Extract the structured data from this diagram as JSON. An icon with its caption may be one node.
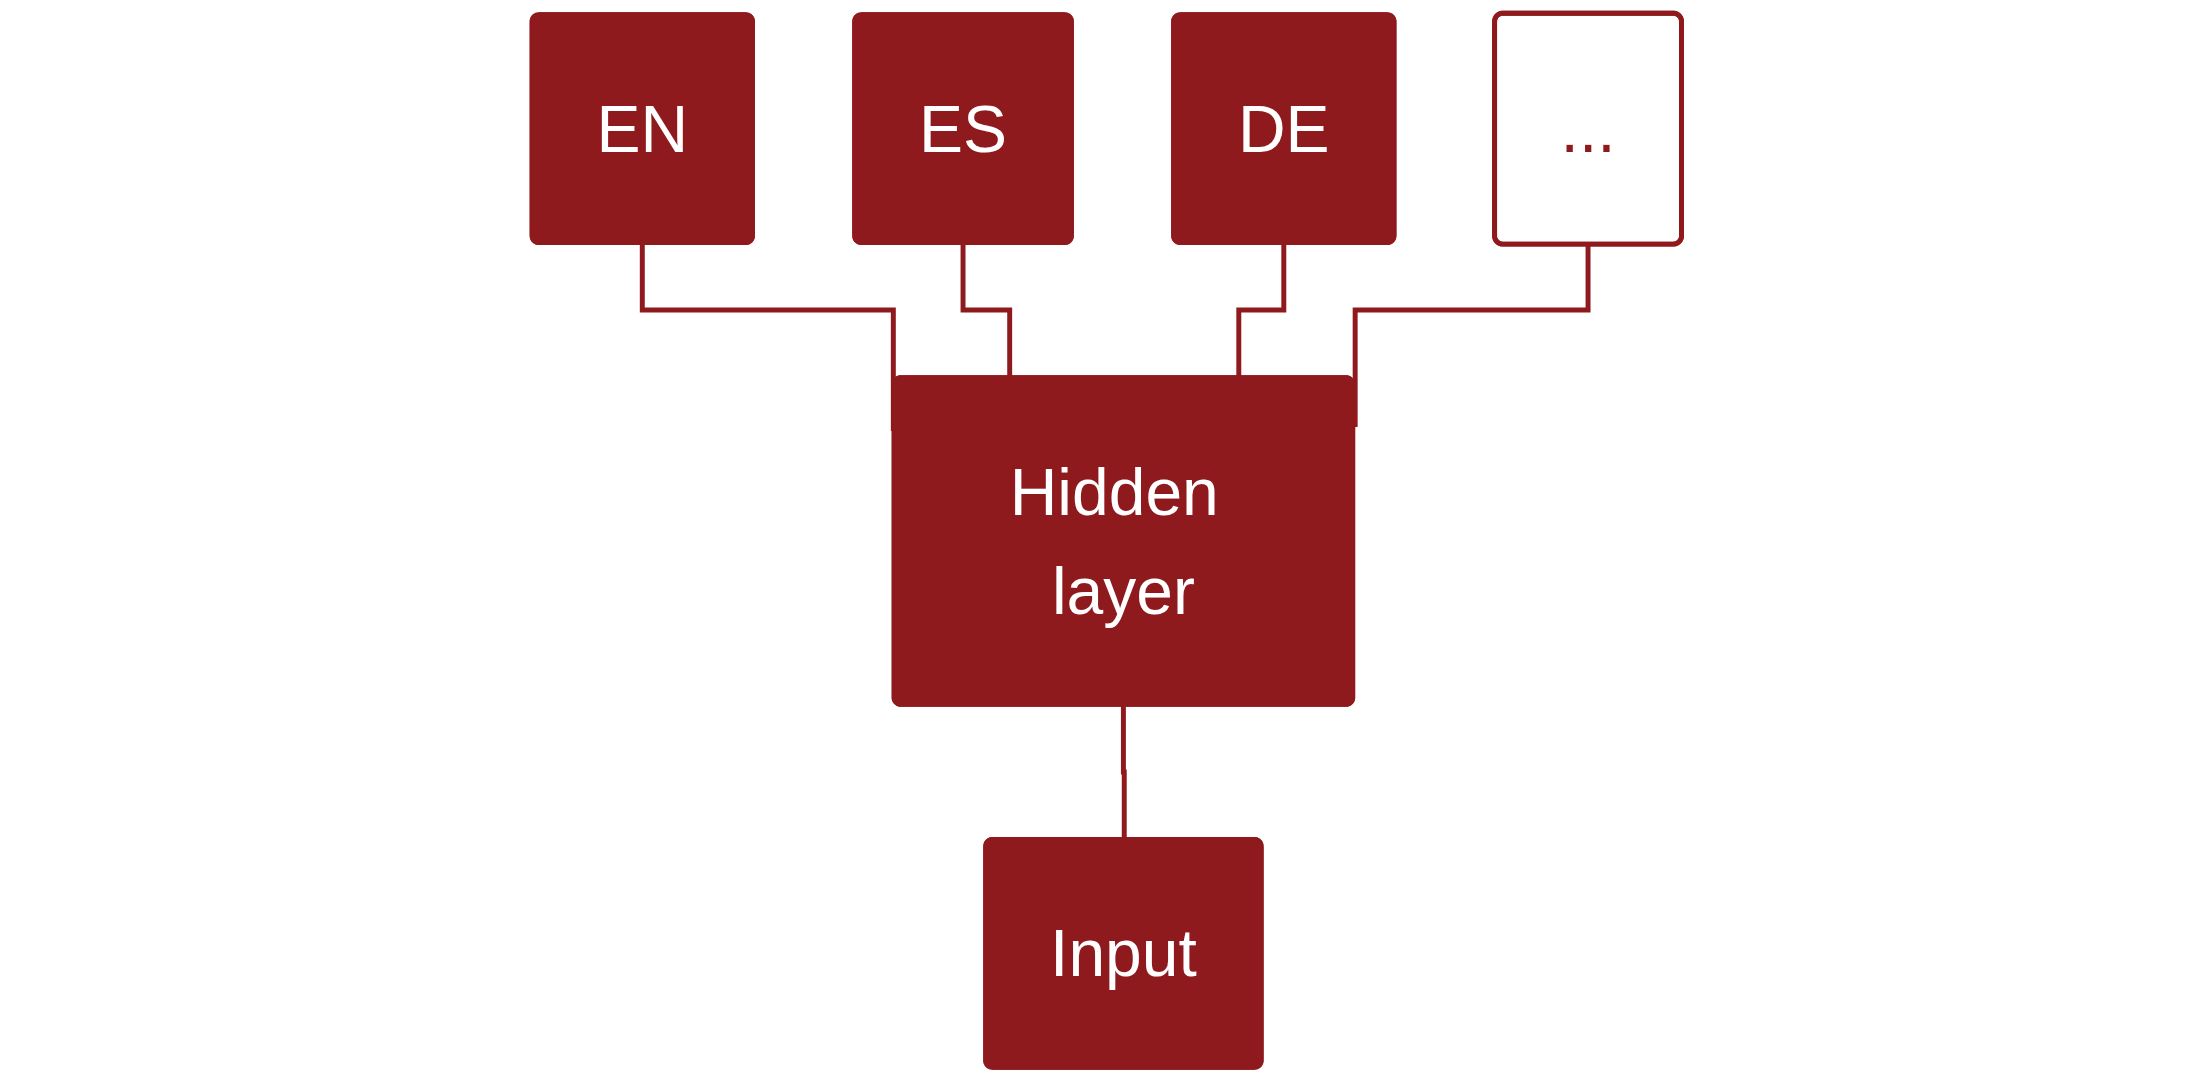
{
  "diagram": {
    "nodes": [
      {
        "text": [
          "EN"
        ]
      },
      {
        "text": [
          "ES"
        ]
      },
      {
        "text": [
          "DE"
        ]
      },
      {
        "text": [
          "..."
        ]
      },
      {
        "text": [
          "Hidden layer"
        ]
      },
      {
        "text": [
          "Input"
        ]
      }
    ],
    "edges": [
      {
        "from": 4,
        "to": 0,
        "arrow": "none"
      },
      {
        "from": 4,
        "to": 1,
        "arrow": "none"
      },
      {
        "from": 4,
        "to": 2,
        "arrow": "none"
      },
      {
        "from": 4,
        "to": 3,
        "arrow": "none"
      },
      {
        "from": 5,
        "to": 4,
        "arrow": "none"
      }
    ]
  }
}
